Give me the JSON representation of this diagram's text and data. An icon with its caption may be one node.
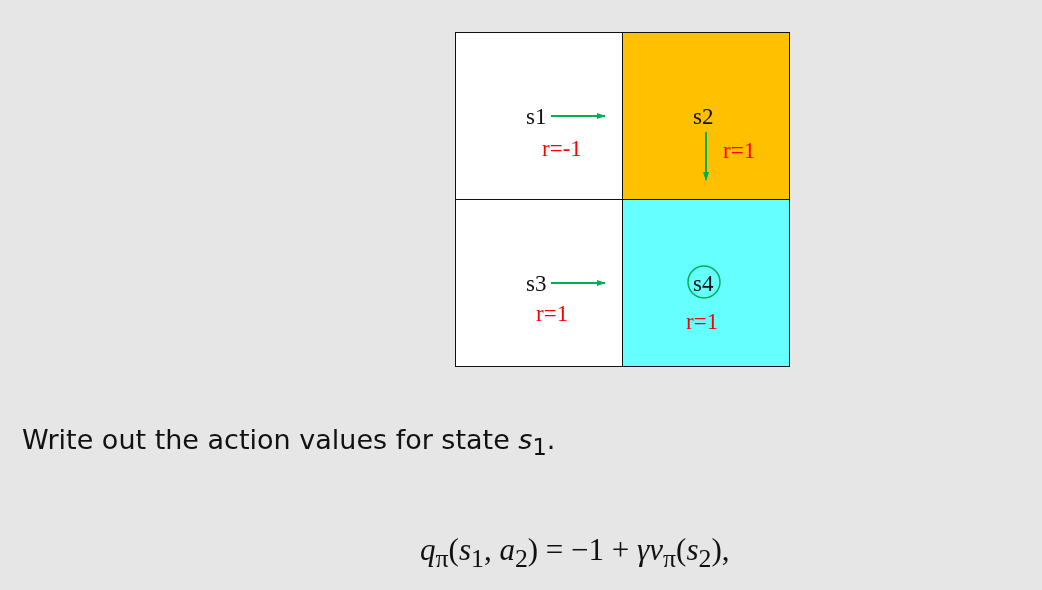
{
  "diagram": {
    "nodes": [
      {
        "text": [
          "s1",
          "r=-1"
        ]
      },
      {
        "text": [
          "s2",
          "r=1"
        ]
      },
      {
        "text": [
          "s3",
          "r=1"
        ]
      },
      {
        "text": [
          "s4",
          "r=1"
        ]
      }
    ],
    "labels": [
      "Write out the action values for state *s*$_{1}$.",
      "*q*$_{π}$(*s*$_{1}$, *a*$_{2}$) = −1 + *γv*$_{π}$(*s*$_{2}$),"
    ]
  }
}
